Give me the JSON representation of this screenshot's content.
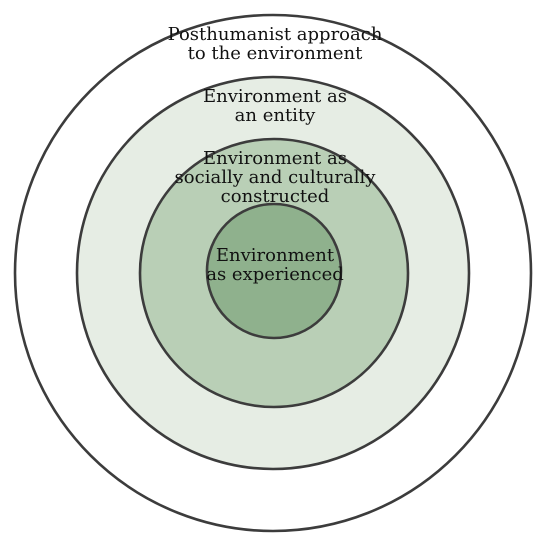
{
  "diagram": {
    "rings": [
      {
        "id": "posthumanist",
        "lines": [
          "Posthumanist approach",
          "to the environment"
        ],
        "fill": "#ffffff"
      },
      {
        "id": "entity",
        "lines": [
          "Environment as",
          "an entity"
        ],
        "fill": "#e6ede4"
      },
      {
        "id": "social",
        "lines": [
          "Environment as",
          "socially and culturally",
          "constructed"
        ],
        "fill": "#b9cfb6"
      },
      {
        "id": "experienced",
        "lines": [
          "Environment",
          "as experienced"
        ],
        "fill": "#8fb18d"
      }
    ],
    "stroke": "#3c3c3c"
  }
}
